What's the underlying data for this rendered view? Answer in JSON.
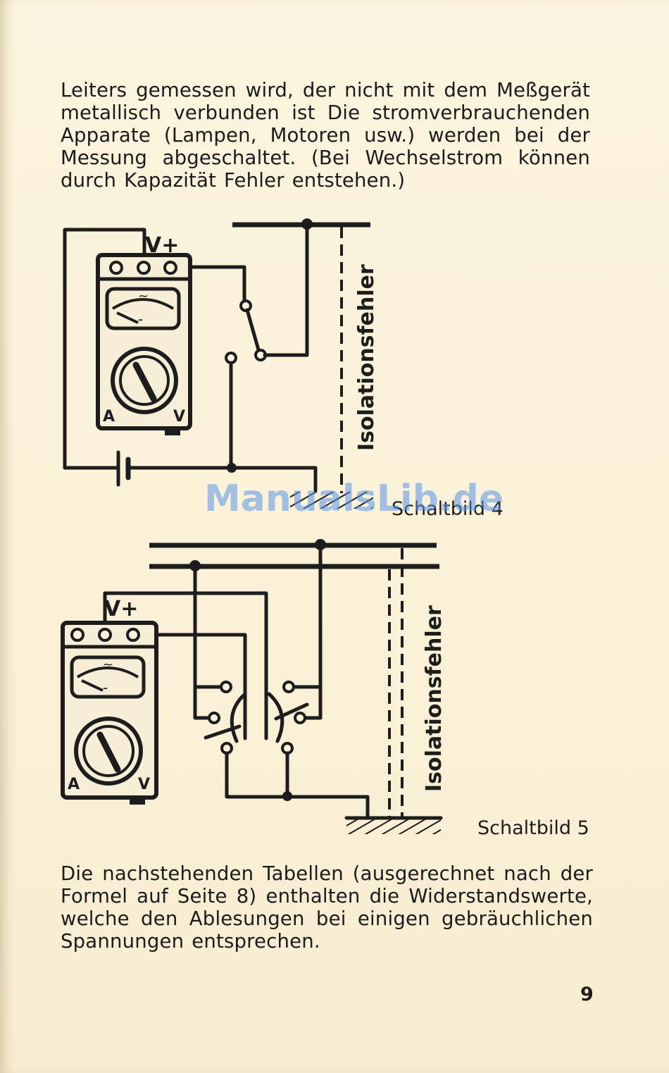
{
  "paragraphs": {
    "top": "Leiters gemessen wird, der nicht mit dem Meßgerät metallisch verbunden ist Die stromverbrauchenden Apparate (Lampen, Motoren usw.) werden bei der Messung abgeschaltet. (Bei Wechselstrom können durch Kapazität Fehler entstehen.)",
    "bottom": "Die nachstehenden Tabellen (ausgerechnet nach der Formel auf Seite 8) enthalten die Widerstandswerte, welche den Ablesungen bei einigen gebräuchlichen Spannungen entsprechen."
  },
  "diagram4": {
    "caption": "Schaltbild 4",
    "fault_label": "Isolationsfehler",
    "meter": {
      "terminal_label": "V+",
      "scale_left": "A",
      "scale_right": "V",
      "dial_symbol": "~",
      "scale_mark": "-"
    }
  },
  "diagram5": {
    "caption": "Schaltbild 5",
    "fault_label": "Isolationsfehler",
    "meter": {
      "terminal_label": "V+",
      "scale_left": "A",
      "scale_right": "V",
      "dial_symbol": "~",
      "scale_mark": "-"
    }
  },
  "watermark": "ManualsLib.de",
  "page_number": "9"
}
